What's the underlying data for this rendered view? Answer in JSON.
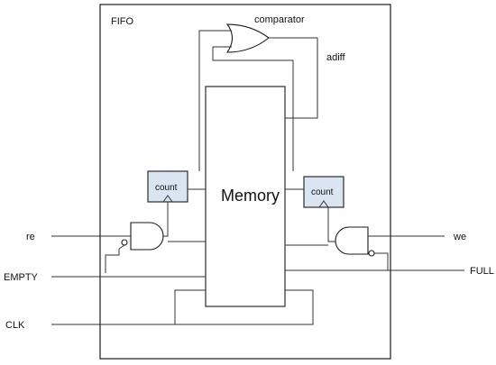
{
  "block": {
    "title": "FIFO"
  },
  "memory": {
    "label": "Memory"
  },
  "read_counter": {
    "label": "count"
  },
  "write_counter": {
    "label": "count"
  },
  "comparator": {
    "label": "comparator"
  },
  "adiff": {
    "label": "adiff"
  },
  "signals": {
    "re": "re",
    "we": "we",
    "empty": "EMPTY",
    "full": "FULL",
    "clk": "CLK"
  },
  "colors": {
    "counter_fill": "#dbe5f1",
    "line": "#333333"
  }
}
